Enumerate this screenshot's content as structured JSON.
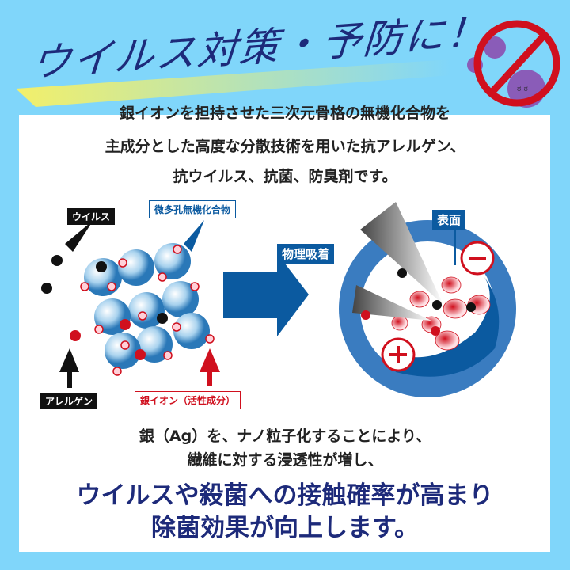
{
  "title": "ウイルス対策・予防に！",
  "intro": [
    "銀イオンを担持させた三次元骨格の無機化合物を",
    "主成分とした高度な分散技術を用いた抗アレルゲン、",
    "抗ウイルス、抗菌、防臭剤です。"
  ],
  "diagram": {
    "virus_label": "ウイルス",
    "allergen_label": "アレルゲン",
    "compound_label": "微多孔無機化合物",
    "silver_ion_label": "銀イオン（活性成分）",
    "adsorption_label": "物理吸着",
    "surface_label": "表面",
    "minus_sign": "−",
    "plus_sign": "+"
  },
  "outro": [
    "銀（Ag）を、ナノ粒子化することにより、",
    "繊維に対する浸透性が増し、"
  ],
  "headline": [
    "ウイルスや殺菌への接触確率が高まり",
    "除菌効果が向上します。"
  ],
  "colors": {
    "background": "#80d6fa",
    "navy": "#1d2a7a",
    "blue": "#0b5aa0",
    "red": "#d0101e",
    "purple": "#8a5cb8"
  }
}
